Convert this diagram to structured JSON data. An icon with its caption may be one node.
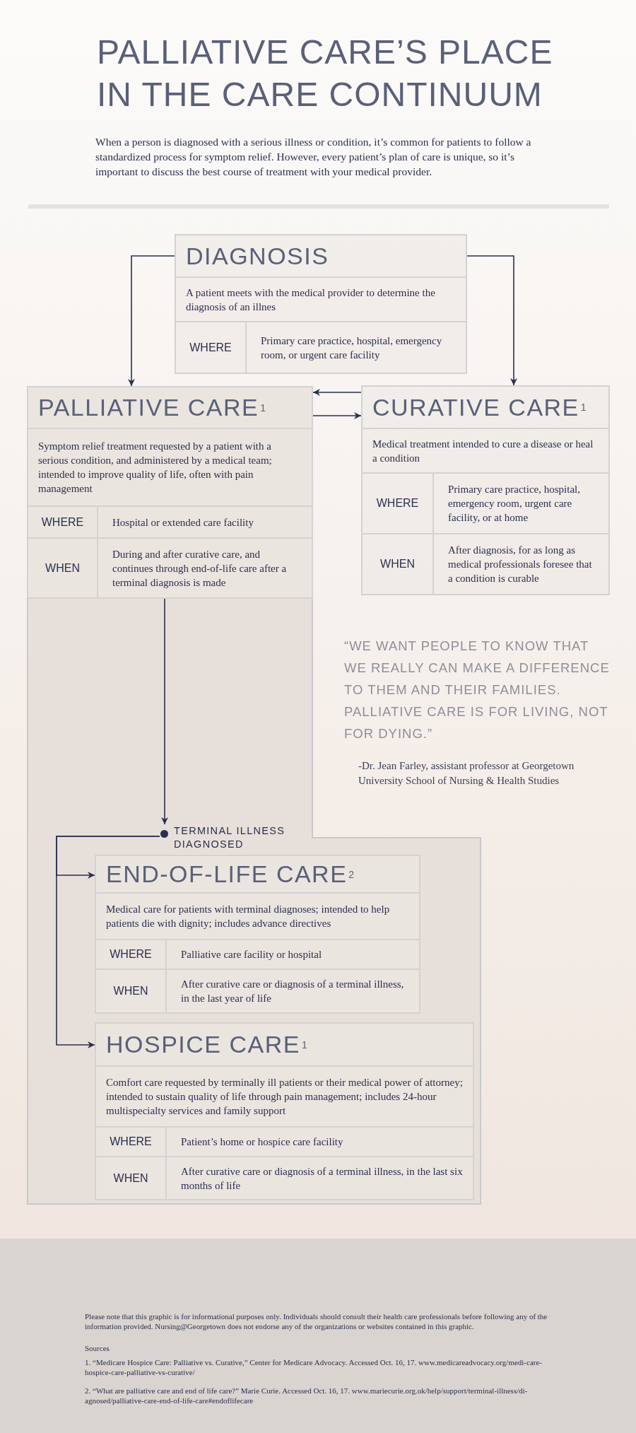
{
  "diagram": {
    "title": "PALLIATIVE CARE’S PLACE IN THE CARE CONTINUUM",
    "nodes": [
      {
        "text": [
          "DIAGNOSIS",
          "A patient meets with the medical provider to determine the diagnosis of an illnes",
          "WHERE",
          "Primary care practice, hospital, emergency room, or urgent care facility"
        ]
      },
      {
        "text": [],
        "shape": "box"
      },
      {
        "in": 1,
        "text": [
          "PALLIATIVE CARE$^{1}$",
          "Symptom relief treatment requested by a patient with a serious condition, and administered by a medical team; intended to improve quality of life, often with pain management",
          "WHERE",
          "Hospital or extended care facility",
          "WHEN",
          "During and after curative care, and continues through end-of-life care after a terminal diagnosis is made"
        ]
      },
      {
        "text": [
          "CURATIVE CARE$^{1}$",
          "Medical treatment intended to cure a disease or heal a condition",
          "WHERE",
          "Primary care practice, hospital, emergency room, urgent care facility, or at home",
          "WHEN",
          "After diagnosis, for as long as medical professionals foresee that a condition is curable"
        ]
      },
      {
        "text": [
          "TERMINAL ILLNESS DIAGNOSED"
        ],
        "in": 1
      },
      {
        "text": [
          "END-OF-LIFE CARE$^{2}$",
          "Medical care for patients with terminal diagnoses; intended to help patients die with dignity; includes advance directives",
          "WHERE",
          "Palliative care facility or hospital",
          "WHEN",
          "After curative care or diagnosis of a terminal illness, in the last year of life"
        ],
        "in": 1
      },
      {
        "text": [
          "HOSPICE CARE$^{1}$",
          "Comfort care requested by terminally ill patients or their medical power of attorney; intended to sustain quality of life through pain management; includes 24-hour multispecialty services and family support",
          "WHERE",
          "Patient’s home or hospice care facility",
          "WHEN",
          "After curative care or diagnosis of a terminal illness, in the last six months of life"
        ],
        "in": 1
      }
    ],
    "edges": [
      {
        "from": 0,
        "to": 2,
        "arrow": "to"
      },
      {
        "from": 0,
        "to": 3,
        "arrow": "to"
      },
      {
        "from": 3,
        "to": 2,
        "arrow": "to"
      },
      {
        "from": 2,
        "to": 3,
        "arrow": "to"
      },
      {
        "from": 2,
        "to": 4,
        "arrow": "to"
      },
      {
        "from": 4,
        "to": 5,
        "arrow": "to"
      },
      {
        "from": 4,
        "to": 6,
        "arrow": "to"
      }
    ],
    "labels": [
      "When a person is diagnosed with a serious illness or condition, it’s common for patients to follow a standardized process for symptom relief. However, every patient’s plan of care is unique, so it’s important to discuss the best course of treatment with your medical provider.",
      "“WE WANT PEOPLE TO KNOW THAT WE REALLY CAN MAKE A DIFFERENCE TO THEM AND THEIR FAMILIES. PALLIATIVE CARE IS FOR LIVING, NOT FOR DYING.”",
      "-Dr. Jean Farley, assistant professor at Georgetown University School of Nursing & Health Studies",
      "Please note that this graphic is for informational purposes only. Individuals should consult their health care professionals before following any of the information provided. Nursing@Georgetown does not endorse any of the organizations or websites contained in this graphic.",
      "Sources",
      "1. “Medicare Hospice Care: Palliative vs. Curative,” Center for Medicare Advocacy. Accessed Oct. 16, 17. www.medicareadvocacy.org/medi-care-hospice-care-palliative-vs-curative/",
      "2. “What are palliative care and end of life care?” Marie Curie. Accessed Oct. 16, 17. www.mariecurie.org.uk/help/support/terminal-illness/di-agnosed/palliative-care-end-of-life-care#endoflifecare"
    ]
  }
}
